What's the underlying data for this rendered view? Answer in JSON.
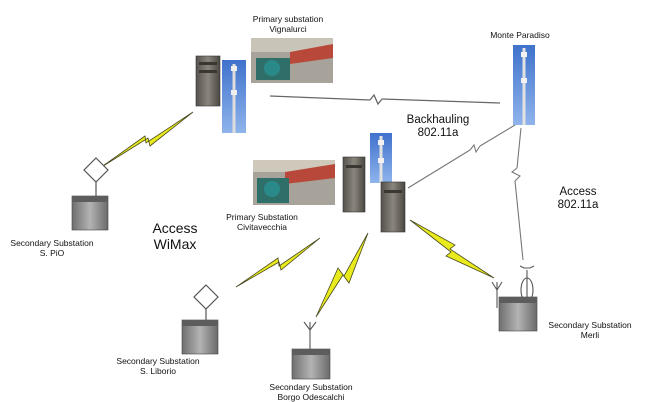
{
  "nodes": {
    "vignalurci": {
      "title": "Primary substation",
      "subtitle": "Vignalurci"
    },
    "monte_paradiso": {
      "title": "Monte Paradiso"
    },
    "civitavecchia": {
      "title": "Primary Substation",
      "subtitle": "Civitavecchia"
    },
    "s_pio": {
      "title": "Secondary Substation",
      "subtitle": "S. PiO"
    },
    "s_liborio": {
      "title": "Secondary Substation",
      "subtitle": "S. Liborio"
    },
    "borgo": {
      "title": "Secondary Substation",
      "subtitle": "Borgo Odescalchi"
    },
    "merli": {
      "title": "Secondary Substation",
      "subtitle": "Merli"
    }
  },
  "links": {
    "backhauling": {
      "title": "Backhauling",
      "subtitle": "802.11a"
    },
    "access_80211": {
      "title": "Access",
      "subtitle": "802.11a"
    },
    "access_wimax": {
      "title": "Access",
      "subtitle": "WiMax"
    }
  },
  "icons": [
    "radio-cabinet-icon",
    "antenna-tower-icon",
    "substation-building-photo",
    "secondary-substation-box-icon",
    "wireless-bolt-icon",
    "directional-antenna-icon"
  ],
  "colors": {
    "wireless_bolt": "#e8ea1c",
    "tower_sky": "#4a7fd6",
    "cabinet": "#6e6a63",
    "box": "#8c8c8c"
  }
}
